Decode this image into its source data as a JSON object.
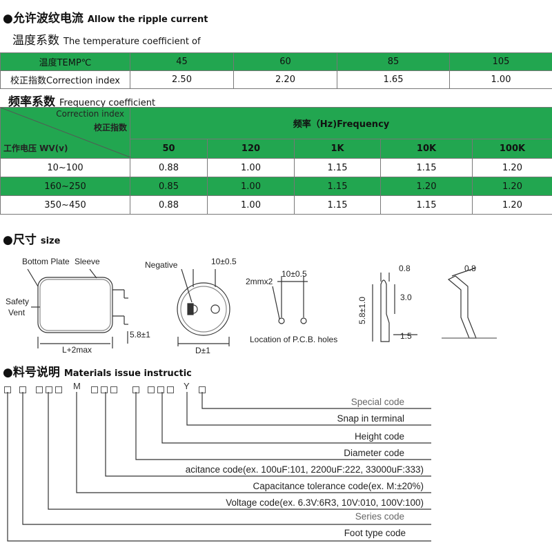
{
  "ripple": {
    "cn": "●允许波纹电流",
    "en": "Allow the ripple current"
  },
  "temperature": {
    "cn": "温度系数",
    "en": "The temperature coefficient of",
    "header_label": "温度TEMP℃",
    "temps": [
      "45",
      "60",
      "85",
      "105"
    ],
    "row_label": "校正指数Correction index",
    "values": [
      "2.50",
      "2.20",
      "1.65",
      "1.00"
    ]
  },
  "frequency": {
    "cn": "频率系数",
    "en": "Frequency coefficient",
    "corner_en": "Correction index",
    "corner_cn": "校正指数",
    "corner_wv": "工作电压 WV(v)",
    "freq_header": "频率（Hz)Frequency",
    "freqs": [
      "50",
      "120",
      "1K",
      "10K",
      "100K"
    ],
    "rows": [
      {
        "label": "10~100",
        "values": [
          "0.88",
          "1.00",
          "1.15",
          "1.15",
          "1.20"
        ]
      },
      {
        "label": "160~250",
        "values": [
          "0.85",
          "1.00",
          "1.15",
          "1.20",
          "1.20"
        ]
      },
      {
        "label": "350~450",
        "values": [
          "0.88",
          "1.00",
          "1.15",
          "1.15",
          "1.20"
        ]
      }
    ]
  },
  "size": {
    "cn": "●尺寸",
    "en": "size",
    "labels": {
      "bottom_plate": "Bottom Plate",
      "sleeve": "Sleeve",
      "safety": "Safety",
      "vent": "Vent",
      "length": "L+2max",
      "lead": "5.8±1",
      "negative": "Negative",
      "pitch": "10±0.5",
      "diameter": "D±1",
      "hole": "2mmx2",
      "pcb_pitch": "10±0.5",
      "pcb_caption": "Location of P.C.B. holes",
      "t_width": "0.8",
      "t_height": "5.8±1.0",
      "t_tip": "3.0",
      "t_base": "1.5",
      "bent_width": "0.8"
    }
  },
  "materials": {
    "cn": "●料号说明",
    "en": "Materials issue instructic",
    "code_letters": {
      "m": "M",
      "y": "Y"
    },
    "labels": [
      "Special code",
      "Snap in terminal",
      "Height code",
      "Diameter code",
      "acitance code(ex. 100uF:101, 2200uF:222, 33000uF:333)",
      "Capacitance tolerance code(ex. M:±20%)",
      "Voltage code(ex. 6.3V:6R3, 10V:010, 100V:100)",
      "Series code",
      "Foot type code"
    ]
  }
}
